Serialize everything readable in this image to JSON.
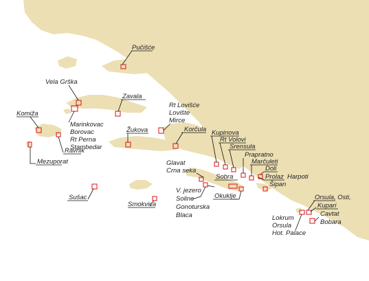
{
  "map": {
    "colors": {
      "land": "#ecdfb3",
      "sea": "#ffffff",
      "marker": "#d8262b",
      "text": "#222222"
    },
    "labels": [
      {
        "id": "pucisce",
        "text": "Pučišće"
      },
      {
        "id": "vela-grska",
        "text": "Vela Grška"
      },
      {
        "id": "zavala",
        "text": "Zavala"
      },
      {
        "id": "rt-lovisce",
        "text": "Rt Lovišće"
      },
      {
        "id": "loviste",
        "text": "Lovište"
      },
      {
        "id": "mirce",
        "text": "Mirce"
      },
      {
        "id": "komiza",
        "text": "Komiža"
      },
      {
        "id": "marinkovac",
        "text": "Marinkovac"
      },
      {
        "id": "borovac",
        "text": "Borovac"
      },
      {
        "id": "rt-pernа",
        "text": "Rt Perna"
      },
      {
        "id": "stambedar",
        "text": "Stambedar"
      },
      {
        "id": "ravnik",
        "text": "Ravnik"
      },
      {
        "id": "mezuporat",
        "text": "Mezuporat"
      },
      {
        "id": "zukova",
        "text": "Žukova"
      },
      {
        "id": "korcula",
        "text": "Korčula"
      },
      {
        "id": "kupinova",
        "text": "Kupinova"
      },
      {
        "id": "rt-volovi",
        "text": "Rt Volovi"
      },
      {
        "id": "srensula",
        "text": "Srensula"
      },
      {
        "id": "prapratno",
        "text": "Prapratno"
      },
      {
        "id": "marculeti",
        "text": "Marčuleti"
      },
      {
        "id": "doli",
        "text": "Doli"
      },
      {
        "id": "prolaz",
        "text": "Prolaz"
      },
      {
        "id": "harpoti",
        "text": "Harpoti"
      },
      {
        "id": "sipan",
        "text": "Šipan"
      },
      {
        "id": "glavat",
        "text": "Glavat"
      },
      {
        "id": "crna-seka",
        "text": "Crna seka"
      },
      {
        "id": "sobra",
        "text": "Sobra"
      },
      {
        "id": "susac",
        "text": "Sušac"
      },
      {
        "id": "smokvica",
        "text": "Smokvica"
      },
      {
        "id": "v-jezero",
        "text": "V. jezero"
      },
      {
        "id": "soline",
        "text": "Soline"
      },
      {
        "id": "gonoturska",
        "text": "Gonoturska"
      },
      {
        "id": "blaca",
        "text": "Blaca"
      },
      {
        "id": "okuklje",
        "text": "Okuklje"
      },
      {
        "id": "orsula-osti",
        "text": "Orsula, Osti,"
      },
      {
        "id": "kupari",
        "text": "Kupari"
      },
      {
        "id": "cavtat",
        "text": "Cavtat"
      },
      {
        "id": "bobara",
        "text": "Bobara"
      },
      {
        "id": "lokrum",
        "text": "Lokrum"
      },
      {
        "id": "orsula",
        "text": "Orsula"
      },
      {
        "id": "hot-palace",
        "text": "Hot. Palace"
      }
    ]
  }
}
